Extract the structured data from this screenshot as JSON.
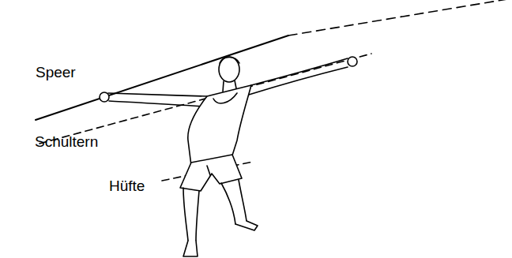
{
  "diagram": {
    "labels": [
      "Speer",
      "Schultern",
      "Hüfte"
    ]
  }
}
